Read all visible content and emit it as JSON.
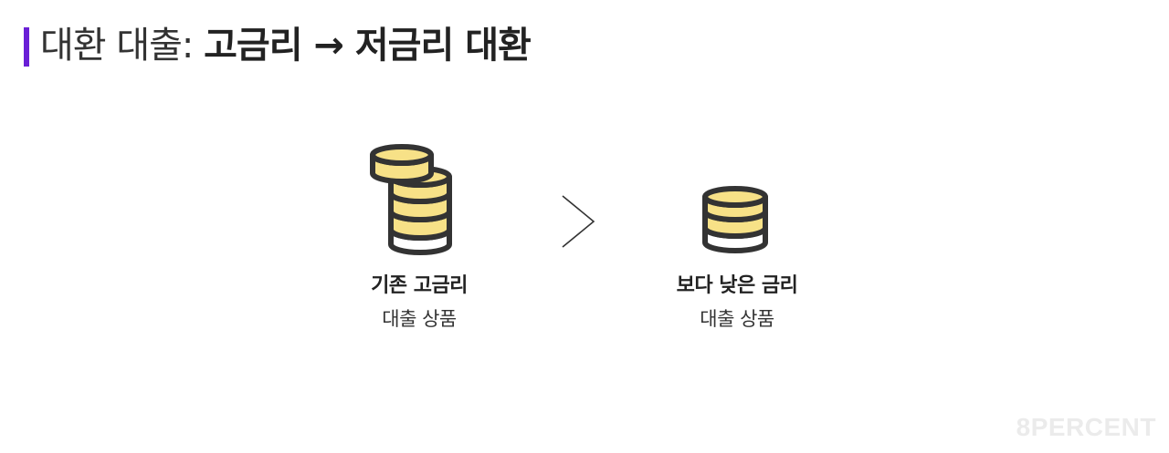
{
  "header": {
    "title_light": "대환 대출: ",
    "title_bold": "고금리 → 저금리 대환",
    "accent_color": "#6a1fd6"
  },
  "diagram": {
    "from": {
      "icon": "coin-stacks-icon",
      "label": "기존 고금리",
      "sublabel": "대출 상품"
    },
    "arrow_icon": "chevron-right-icon",
    "to": {
      "icon": "coin-stack-icon",
      "label": "보다 낮은 금리",
      "sublabel": "대출 상품"
    },
    "colors": {
      "coin_fill": "#f7e187",
      "coin_base": "#ffffff",
      "outline": "#333333"
    }
  },
  "brand": {
    "watermark": "8PERCENT"
  }
}
